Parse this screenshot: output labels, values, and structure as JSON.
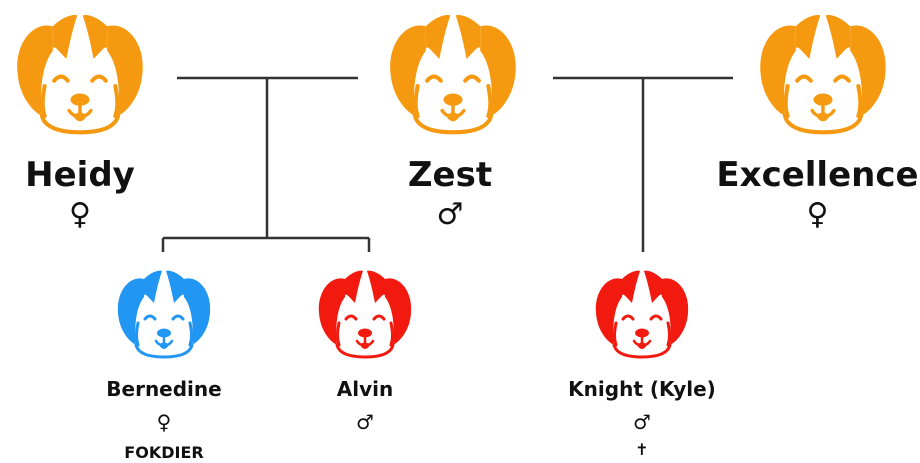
{
  "colors": {
    "parent": "#F59A10",
    "female_offspring": "#2196F3",
    "male_offspring": "#F21A0F",
    "line": "#333333"
  },
  "icon": "dog-face-icon",
  "parents": [
    {
      "name": "Heidy",
      "symbol": "♀"
    },
    {
      "name": "Zest",
      "symbol": "♂"
    },
    {
      "name": "Excellence",
      "symbol": "♀"
    }
  ],
  "offspring": [
    {
      "name": "Bernedine",
      "symbol": "♀",
      "note": "FOKDIER"
    },
    {
      "name": "Alvin",
      "symbol": "♂"
    },
    {
      "name": "Knight (Kyle)",
      "symbol": "♂",
      "note": "✝"
    }
  ]
}
